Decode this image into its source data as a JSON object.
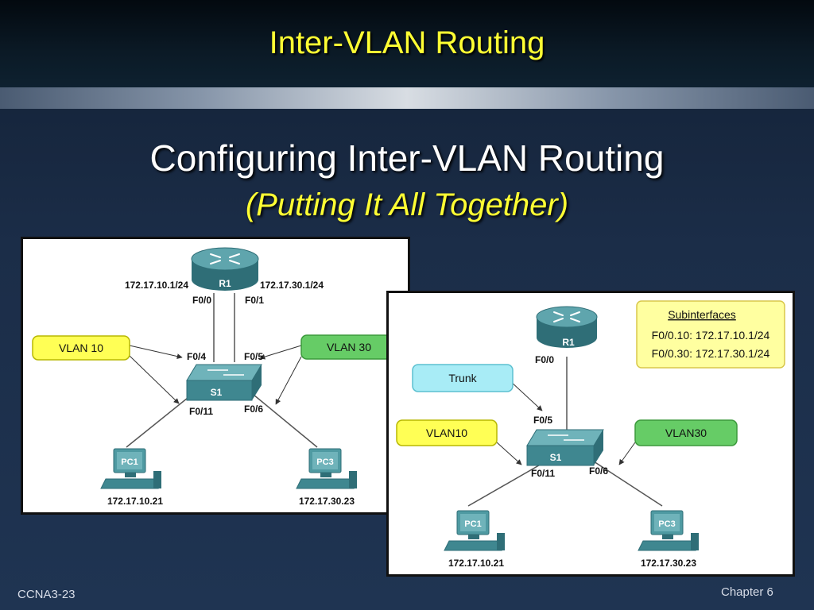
{
  "header": {
    "title": "Inter-VLAN Routing"
  },
  "slide": {
    "title": "Configuring Inter-VLAN Routing",
    "subtitle": "(Putting It All Together)"
  },
  "left_diagram": {
    "router": "R1",
    "router_ip_left": "172.17.10.1/24",
    "router_ip_right": "172.17.30.1/24",
    "router_port_left": "F0/0",
    "router_port_right": "F0/1",
    "switch": "S1",
    "switch_port_left_up": "F0/4",
    "switch_port_right_up": "F0/5",
    "switch_port_left_down": "F0/11",
    "switch_port_right_down": "F0/6",
    "vlan_left": "VLAN 10",
    "vlan_right": "VLAN 30",
    "pc_left": "PC1",
    "pc_left_ip": "172.17.10.21",
    "pc_right": "PC3",
    "pc_right_ip": "172.17.30.23"
  },
  "right_diagram": {
    "router": "R1",
    "router_port": "F0/0",
    "subinterfaces_title": "Subinterfaces",
    "subinterface_1": "F0/0.10: 172.17.10.1/24",
    "subinterface_2": "F0/0.30: 172.17.30.1/24",
    "trunk": "Trunk",
    "switch": "S1",
    "switch_port_up": "F0/5",
    "switch_port_left": "F0/11",
    "switch_port_right": "F0/6",
    "vlan_left": "VLAN10",
    "vlan_right": "VLAN30",
    "pc_left": "PC1",
    "pc_left_ip": "172.17.10.21",
    "pc_right": "PC3",
    "pc_right_ip": "172.17.30.23"
  },
  "footer": {
    "left": "CCNA3-23",
    "right": "Chapter 6"
  },
  "colors": {
    "title_yellow": "#ffff33",
    "vlan10_fill": "#ffff55",
    "vlan30_fill": "#66cc66",
    "trunk_fill": "#a8ecf6",
    "subinterfaces_fill": "#ffffa0",
    "device_teal": "#3f8790"
  },
  "icons": [
    "router-icon",
    "switch-icon",
    "pc-icon"
  ]
}
